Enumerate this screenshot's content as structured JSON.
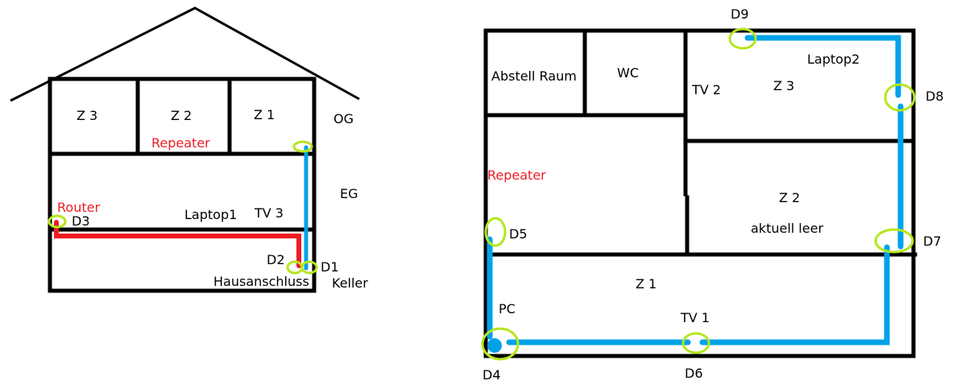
{
  "colors": {
    "wall": "#000000",
    "lan_cable": "#00a2e8",
    "router_cable": "#ed1c24",
    "socket_marker": "#b5e61d",
    "device_label_red": "#ed1c24"
  },
  "house": {
    "floors": {
      "og": "OG",
      "eg": "EG",
      "keller": "Keller"
    },
    "og_rooms": {
      "z3": "Z 3",
      "z2": "Z 2",
      "z1": "Z 1"
    },
    "repeater": "Repeater",
    "router": "Router",
    "laptop1": "Laptop1",
    "tv3": "TV 3",
    "hausanschluss": "Hausanschluss",
    "sockets": {
      "d1": "D1",
      "d2": "D2",
      "d3": "D3"
    }
  },
  "floorplan": {
    "rooms": {
      "abstell": "Abstell Raum",
      "wc": "WC",
      "z3": "Z 3",
      "z2": "Z 2",
      "z2_note": "aktuell leer",
      "z1": "Z 1"
    },
    "devices": {
      "tv2": "TV 2",
      "laptop2": "Laptop2",
      "repeater": "Repeater",
      "pc": "PC",
      "tv1": "TV 1"
    },
    "sockets": {
      "d4": "D4",
      "d5": "D5",
      "d6": "D6",
      "d7": "D7",
      "d8": "D8",
      "d9": "D9"
    }
  }
}
